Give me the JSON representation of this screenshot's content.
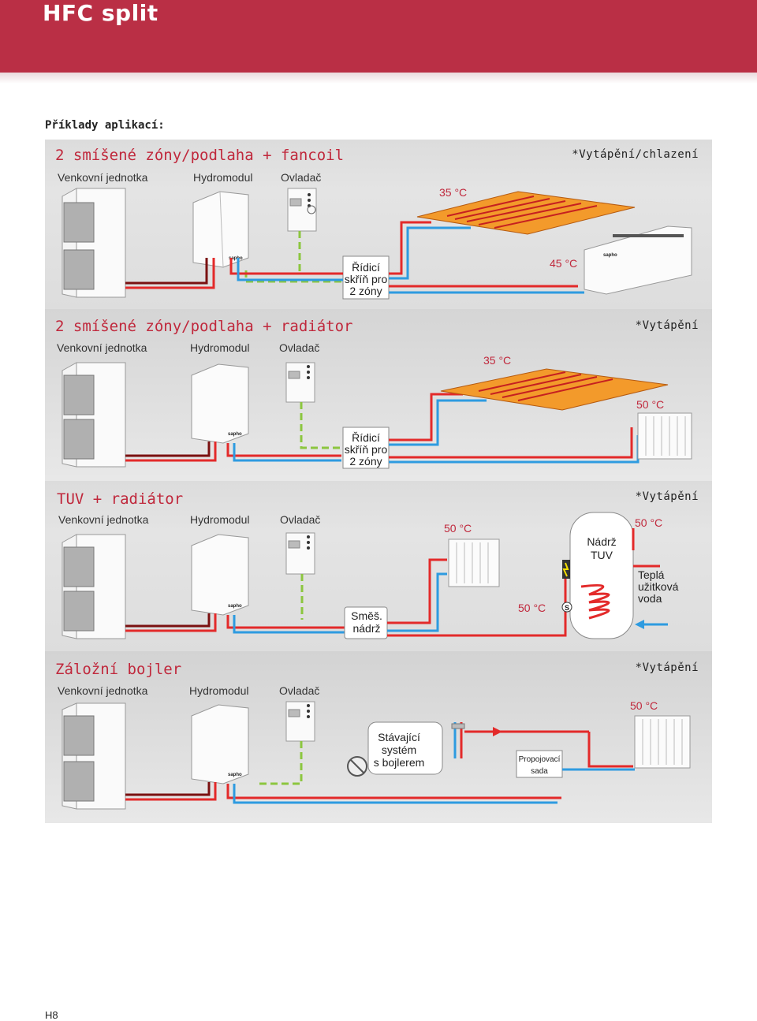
{
  "page": {
    "title": "HFC split",
    "intro": "Příklady aplikací:",
    "page_number": "H8"
  },
  "labels": {
    "outdoor": "Venkovní jednotka",
    "hydromodule": "Hydromodul",
    "controller": "Ovladač",
    "brand": "sapho"
  },
  "panels": [
    {
      "title": "2 smíšené zóny/podlaha + fancoil",
      "mode": "*Vytápění/chlazení",
      "temp1": "35 °C",
      "temp2": "45 °C",
      "box": [
        "Řídicí",
        "skříň pro",
        "2 zóny"
      ]
    },
    {
      "title": "2 smíšené zóny/podlaha + radiátor",
      "mode": "*Vytápění",
      "temp1": "35 °C",
      "temp2": "50 °C",
      "box": [
        "Řídicí",
        "skříň pro",
        "2 zóny"
      ]
    },
    {
      "title": "TUV + radiátor",
      "mode": "*Vytápění",
      "temp1": "50 °C",
      "temp2": "50 °C",
      "temp3": "50 °C",
      "tank": [
        "Nádrž",
        "TUV"
      ],
      "buffer": [
        "Směš.",
        "nádrž"
      ],
      "hot_water": [
        "Teplá",
        "užitková",
        "voda"
      ],
      "sensor": "S"
    },
    {
      "title": "Záložní bojler",
      "mode": "*Vytápění",
      "temp1": "50 °C",
      "boiler": [
        "Stávající",
        "systém",
        "s bojlerem"
      ],
      "kit": [
        "Propojovací",
        "sada"
      ]
    }
  ],
  "colors": {
    "header": "#ba2f45",
    "title": "#c0283c",
    "hot": "#e32a2a",
    "cold": "#2e9be0",
    "dark": "#7a1010",
    "signal": "#8cc63f",
    "floor": "#f39a2b"
  }
}
